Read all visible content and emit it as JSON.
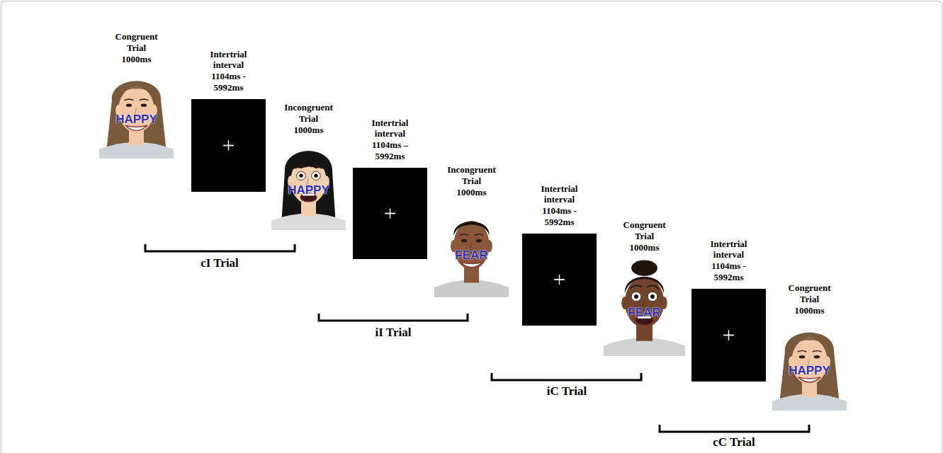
{
  "diagram": {
    "nodes": [
      {
        "text": [
          "Congruent Trial 1000ms",
          "HAPPY"
        ]
      },
      {
        "text": [
          "Intertrial interval 1104ms - 5992ms"
        ]
      },
      {
        "text": [
          "Incongruent Trial 1000ms",
          "HAPPY"
        ]
      },
      {
        "text": [
          "Intertrial interval 1104ms – 5992ms"
        ]
      },
      {
        "text": [
          "Incongruent Trial 1000ms",
          "FEAR"
        ]
      },
      {
        "text": [
          "Intertrial interval 1104ms - 5992ms"
        ]
      },
      {
        "text": [
          "Congruent Trial 1000ms",
          "FEAR"
        ]
      },
      {
        "text": [
          "Intertrial interval 1104ms - 5992ms"
        ]
      },
      {
        "text": [
          "Congruent Trial 1000ms",
          "HAPPY"
        ]
      }
    ],
    "labels": [
      "cI Trial",
      "iI Trial",
      "iC Trial",
      "cC Trial"
    ]
  }
}
